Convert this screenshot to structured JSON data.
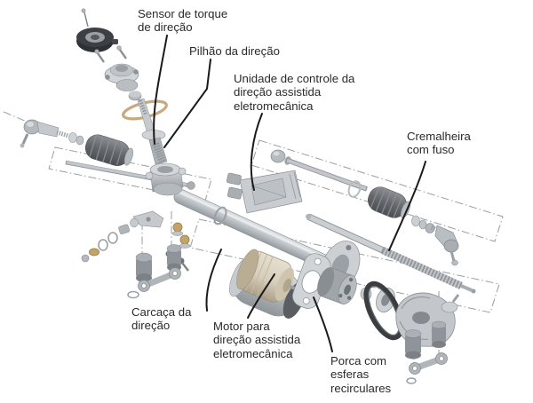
{
  "diagram": {
    "type": "exploded-parts-diagram",
    "labels": {
      "torque_sensor": "Sensor de torque\nde direção",
      "pinion": "Pilhão da direção",
      "control_unit": "Unidade de controle da\ndireção assistida\neletromecânica",
      "rack": "Cremalheira\ncom fuso",
      "housing": "Carcaça da\ndireção",
      "motor": "Motor para\ndireção assistida\neletromecânica",
      "ball_nut": "Porca com\nesferas\nrecirculares"
    },
    "colors": {
      "text": "#2a2a2a",
      "leader_line": "#1a1a1a",
      "guide_line": "#999ea3",
      "metal_light": "#d8dbde",
      "metal_mid": "#b0b5ba",
      "metal_dark": "#787d83",
      "rubber_dark": "#64686c",
      "sensor_black": "#2e3134",
      "oring_tan": "#c8a87e",
      "motor_champagne": "#d7cebc",
      "belt_black": "#3b3e41",
      "brass": "#c2a468"
    }
  }
}
